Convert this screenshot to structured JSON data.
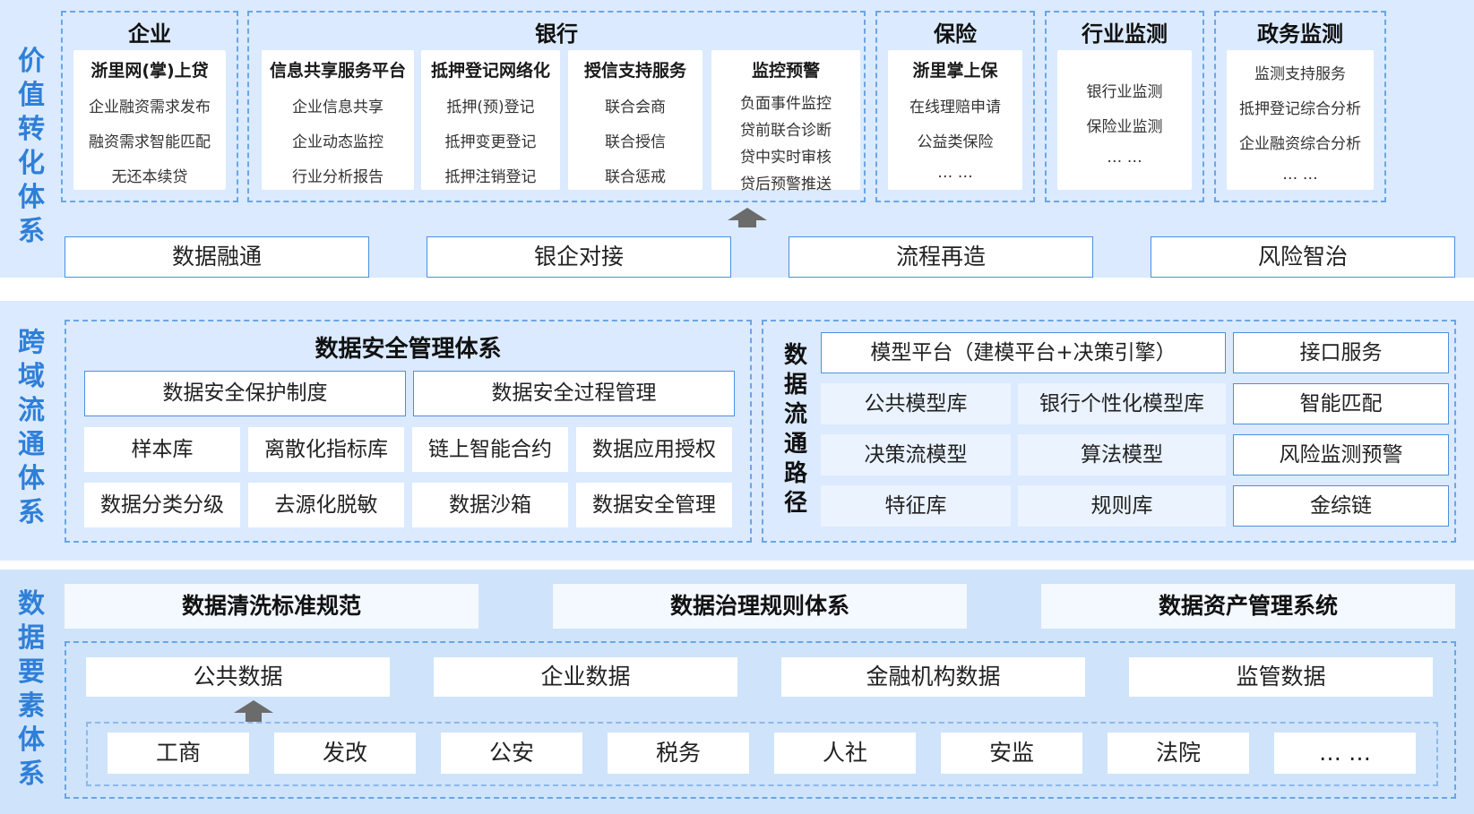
{
  "value_layer": {
    "side_label": "价值转化体系",
    "groups": {
      "enterprise": {
        "title": "企业",
        "cards": [
          {
            "heading": "浙里网(掌)上贷",
            "items": [
              "企业融资需求发布",
              "融资需求智能匹配",
              "无还本续贷"
            ]
          }
        ]
      },
      "bank": {
        "title": "银行",
        "cards": [
          {
            "heading": "信息共享服务平台",
            "items": [
              "企业信息共享",
              "企业动态监控",
              "行业分析报告"
            ]
          },
          {
            "heading": "抵押登记网络化",
            "items": [
              "抵押(预)登记",
              "抵押变更登记",
              "抵押注销登记"
            ]
          },
          {
            "heading": "授信支持服务",
            "items": [
              "联合会商",
              "联合授信",
              "联合惩戒"
            ]
          },
          {
            "heading": "监控预警",
            "items": [
              "负面事件监控",
              "贷前联合诊断",
              "贷中实时审核",
              "贷后预警推送"
            ]
          }
        ]
      },
      "insurance": {
        "title": "保险",
        "cards": [
          {
            "heading": "浙里掌上保",
            "items": [
              "在线理赔申请",
              "公益类保险",
              "… …"
            ]
          }
        ]
      },
      "industry": {
        "title": "行业监测",
        "cards": [
          {
            "heading": "",
            "items": [
              "银行业监测",
              "保险业监测",
              "… …"
            ]
          }
        ]
      },
      "government": {
        "title": "政务监测",
        "cards": [
          {
            "heading": "",
            "items": [
              "监测支持服务",
              "抵押登记综合分析",
              "企业融资综合分析",
              "… …"
            ]
          }
        ]
      }
    },
    "capabilities": [
      "数据融通",
      "银企对接",
      "流程再造",
      "风险智治"
    ]
  },
  "flow_layer": {
    "side_label": "跨域流通体系",
    "security": {
      "title": "数据安全管理体系",
      "top_boxes": [
        "数据安全保护制度",
        "数据安全过程管理"
      ],
      "row1": [
        "样本库",
        "离散化指标库",
        "链上智能合约",
        "数据应用授权"
      ],
      "row2": [
        "数据分类分级",
        "去源化脱敏",
        "数据沙箱",
        "数据安全管理"
      ]
    },
    "path": {
      "label": "数据流通路径",
      "model_platform": "模型平台（建模平台+决策引擎）",
      "grid": [
        [
          "公共模型库",
          "银行个性化模型库"
        ],
        [
          "决策流模型",
          "算法模型"
        ],
        [
          "特征库",
          "规则库"
        ]
      ],
      "services": [
        "接口服务",
        "智能匹配",
        "风险监测预警",
        "金综链"
      ]
    }
  },
  "data_layer": {
    "side_label": "数据要素体系",
    "standards": [
      "数据清洗标准规范",
      "数据治理规则体系",
      "数据资产管理系统"
    ],
    "categories": [
      "公共数据",
      "企业数据",
      "金融机构数据",
      "监管数据"
    ],
    "sources": [
      "工商",
      "发改",
      "公安",
      "税务",
      "人社",
      "安监",
      "法院",
      "… …"
    ]
  }
}
